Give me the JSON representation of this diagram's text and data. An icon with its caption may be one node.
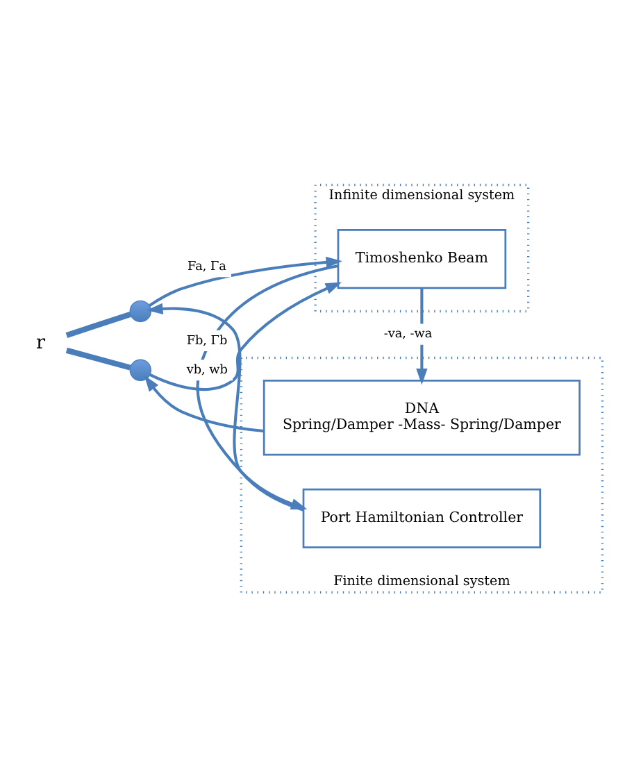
{
  "diagram": {
    "nodes": [
      {
        "text": [
          "Infinite dimensional system"
        ]
      },
      {
        "text": [
          "r"
        ]
      },
      {
        "text": [],
        "shape": "circle"
      },
      {
        "text": [],
        "shape": "circle"
      },
      {
        "text": [
          "Timoshenko Beam"
        ],
        "in": 0
      },
      {
        "text": [
          "Finite dimensional system"
        ]
      },
      {
        "text": [
          "DNA",
          "Spring/Damper -Mass- Spring/Damper"
        ],
        "in": 5
      },
      {
        "text": [
          "Port Hamiltonian Controller"
        ],
        "in": 5
      }
    ],
    "edges": [
      {
        "from": 1,
        "to": 2,
        "arrow": "none",
        "style": "thick"
      },
      {
        "from": 1,
        "to": 3,
        "arrow": "none",
        "style": "thick"
      },
      {
        "from": 2,
        "to": 4,
        "arrow": "to",
        "label": "Fa, Γa"
      },
      {
        "from": 3,
        "to": 4,
        "arrow": "to",
        "label": "vb, wb"
      },
      {
        "from": 4,
        "to": 6,
        "arrow": "to",
        "label": "-va, -wa"
      },
      {
        "from": 4,
        "to": 7,
        "arrow": "to",
        "label": "Fb, Γb"
      },
      {
        "from": 6,
        "to": 3,
        "arrow": "to"
      },
      {
        "from": 7,
        "to": 2,
        "arrow": "to"
      }
    ]
  }
}
